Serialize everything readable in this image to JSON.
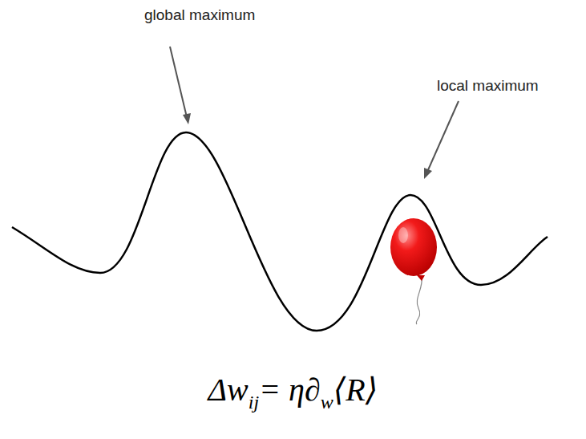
{
  "diagram": {
    "labels": [
      "global maximum",
      "local maximum",
      "Δw",
      "ij",
      "= η∂",
      "w",
      "⟨R⟩"
    ]
  }
}
